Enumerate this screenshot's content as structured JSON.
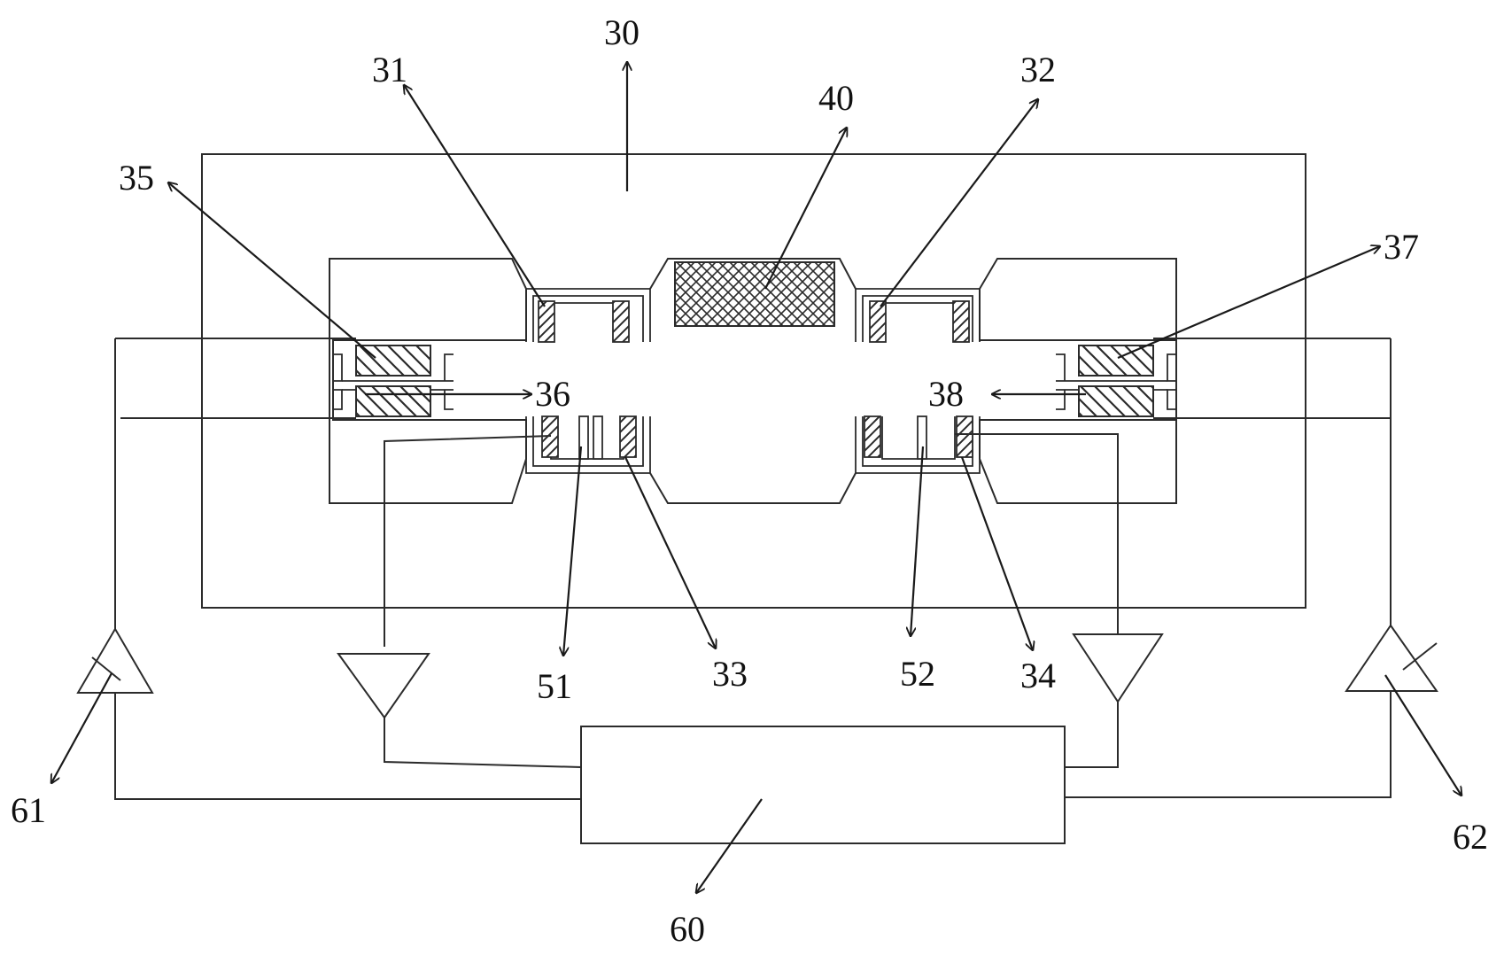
{
  "labels": {
    "l30": "30",
    "l31": "31",
    "l32": "32",
    "l33": "33",
    "l34": "34",
    "l35": "35",
    "l36": "36",
    "l37": "37",
    "l38": "38",
    "l40": "40",
    "l51": "51",
    "l52": "52",
    "l60": "60",
    "l61": "61",
    "l62": "62"
  },
  "colors": {
    "line": "#2b2b2b",
    "background": "#ffffff"
  }
}
